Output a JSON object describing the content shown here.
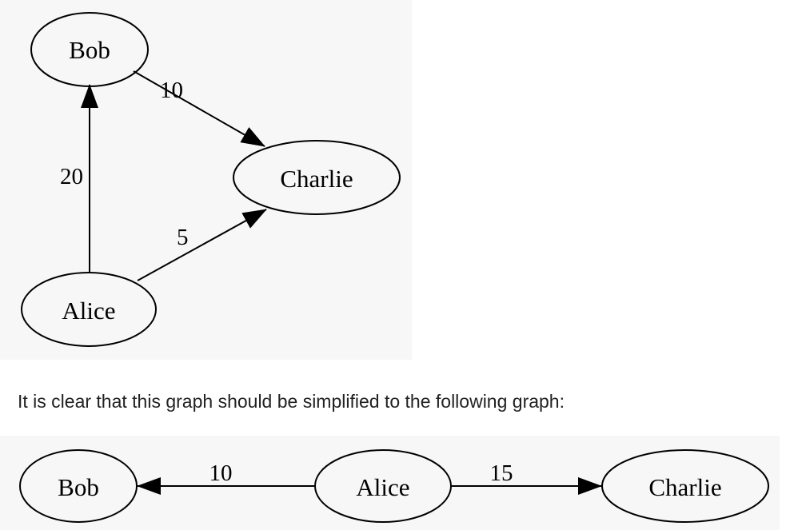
{
  "original_graph": {
    "nodes": [
      {
        "id": "bob",
        "label": "Bob"
      },
      {
        "id": "charlie",
        "label": "Charlie"
      },
      {
        "id": "alice",
        "label": "Alice"
      }
    ],
    "edges": [
      {
        "from": "bob",
        "to": "charlie",
        "weight": "10"
      },
      {
        "from": "alice",
        "to": "bob",
        "weight": "20"
      },
      {
        "from": "alice",
        "to": "charlie",
        "weight": "5"
      }
    ]
  },
  "caption": "It is clear that this graph should be simplified to the following graph:",
  "simplified_graph": {
    "nodes": [
      {
        "id": "bob",
        "label": "Bob"
      },
      {
        "id": "alice",
        "label": "Alice"
      },
      {
        "id": "charlie",
        "label": "Charlie"
      }
    ],
    "edges": [
      {
        "from": "alice",
        "to": "bob",
        "weight": "10"
      },
      {
        "from": "alice",
        "to": "charlie",
        "weight": "15"
      }
    ]
  },
  "colors": {
    "panel_background": "#f7f7f7",
    "stroke": "#000000",
    "caption_text": "#222222"
  }
}
